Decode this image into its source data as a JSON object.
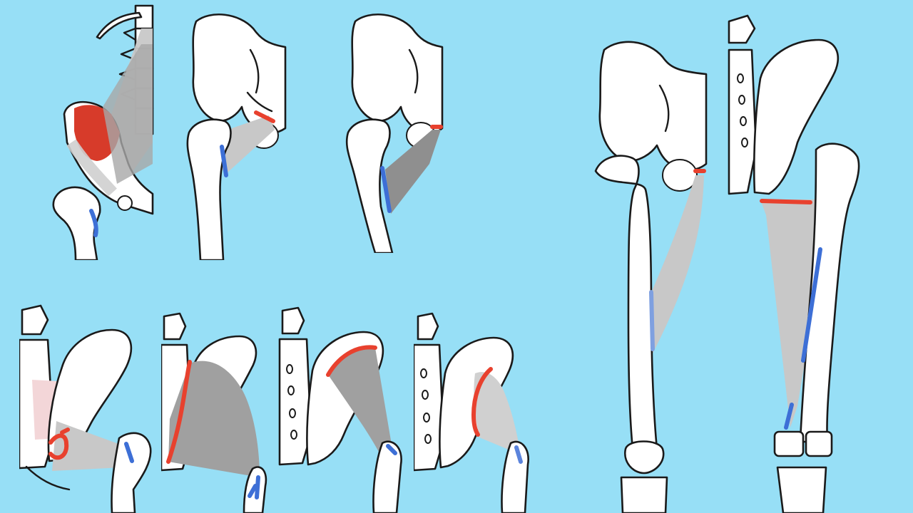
{
  "colors": {
    "background": "#97DFF6",
    "bone_fill": "#FFFFFF",
    "bone_outline": "#1A1A1A",
    "origin": "#E8412E",
    "insertion": "#3D6FD6",
    "muscle_light": "#C8C8C8",
    "muscle_mid": "#A8A8A8",
    "muscle_dark": "#8F8F8F",
    "iliacus_red": "#D73B2A",
    "sacral_pink": "#F3D6D8"
  },
  "panels": [
    {
      "id": "iliopsoas",
      "row": "top",
      "icon": "hip-flexor-muscle-icon"
    },
    {
      "id": "pectineus",
      "row": "top",
      "icon": "hip-muscle-icon"
    },
    {
      "id": "adductor-brevis",
      "row": "top",
      "icon": "hip-muscle-icon"
    },
    {
      "id": "adductor-longus",
      "row": "top-right",
      "icon": "thigh-muscle-icon"
    },
    {
      "id": "adductor-magnus",
      "row": "top-right",
      "icon": "thigh-muscle-icon"
    },
    {
      "id": "piriformis",
      "row": "bottom",
      "icon": "gluteal-muscle-icon"
    },
    {
      "id": "gluteus-maximus",
      "row": "bottom",
      "icon": "gluteal-muscle-icon"
    },
    {
      "id": "gluteus-medius",
      "row": "bottom",
      "icon": "gluteal-muscle-icon"
    },
    {
      "id": "gluteus-minimus",
      "row": "bottom",
      "icon": "gluteal-muscle-icon"
    }
  ]
}
